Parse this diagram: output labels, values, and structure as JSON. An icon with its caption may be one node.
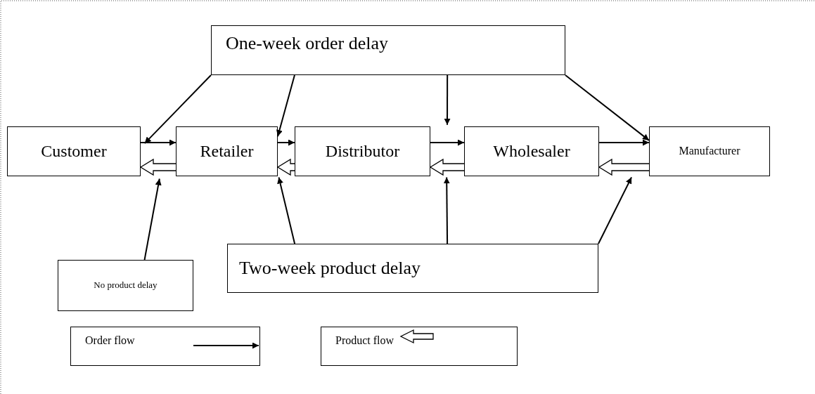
{
  "diagram": {
    "nodes": [
      {
        "text": [
          "One-week order delay"
        ]
      },
      {
        "text": [
          "Customer"
        ]
      },
      {
        "text": [
          "Retailer"
        ]
      },
      {
        "text": [
          "Distributor"
        ]
      },
      {
        "text": [
          "Wholesaler"
        ]
      },
      {
        "text": [
          "Manufacturer"
        ]
      },
      {
        "text": [
          "No product delay"
        ]
      },
      {
        "text": [
          "Two-week product delay"
        ]
      }
    ],
    "edges": [
      {
        "from": 1,
        "to": 2,
        "arrow": "to"
      },
      {
        "from": 2,
        "to": 3,
        "arrow": "to"
      },
      {
        "from": 3,
        "to": 4,
        "arrow": "to"
      },
      {
        "from": 4,
        "to": 5,
        "arrow": "to"
      },
      {
        "from": 2,
        "to": 1,
        "arrow": "to",
        "style": "thick"
      },
      {
        "from": 3,
        "to": 2,
        "arrow": "to",
        "style": "thick"
      },
      {
        "from": 4,
        "to": 3,
        "arrow": "to",
        "style": "thick"
      },
      {
        "from": 5,
        "to": 4,
        "arrow": "to",
        "style": "thick"
      },
      {
        "from": 0,
        "to": 1,
        "arrow": "to"
      },
      {
        "from": 0,
        "to": 2,
        "arrow": "to"
      },
      {
        "from": 0,
        "to": 4,
        "arrow": "to"
      },
      {
        "from": 0,
        "to": 5,
        "arrow": "to"
      },
      {
        "from": 6,
        "to": 2,
        "arrow": "to"
      },
      {
        "from": 7,
        "to": 2,
        "arrow": "to"
      },
      {
        "from": 7,
        "to": 3,
        "arrow": "to"
      },
      {
        "from": 7,
        "to": 5,
        "arrow": "to"
      }
    ],
    "legend": [
      {
        "text": "Order flow"
      },
      {
        "text": "Product flow"
      }
    ]
  }
}
